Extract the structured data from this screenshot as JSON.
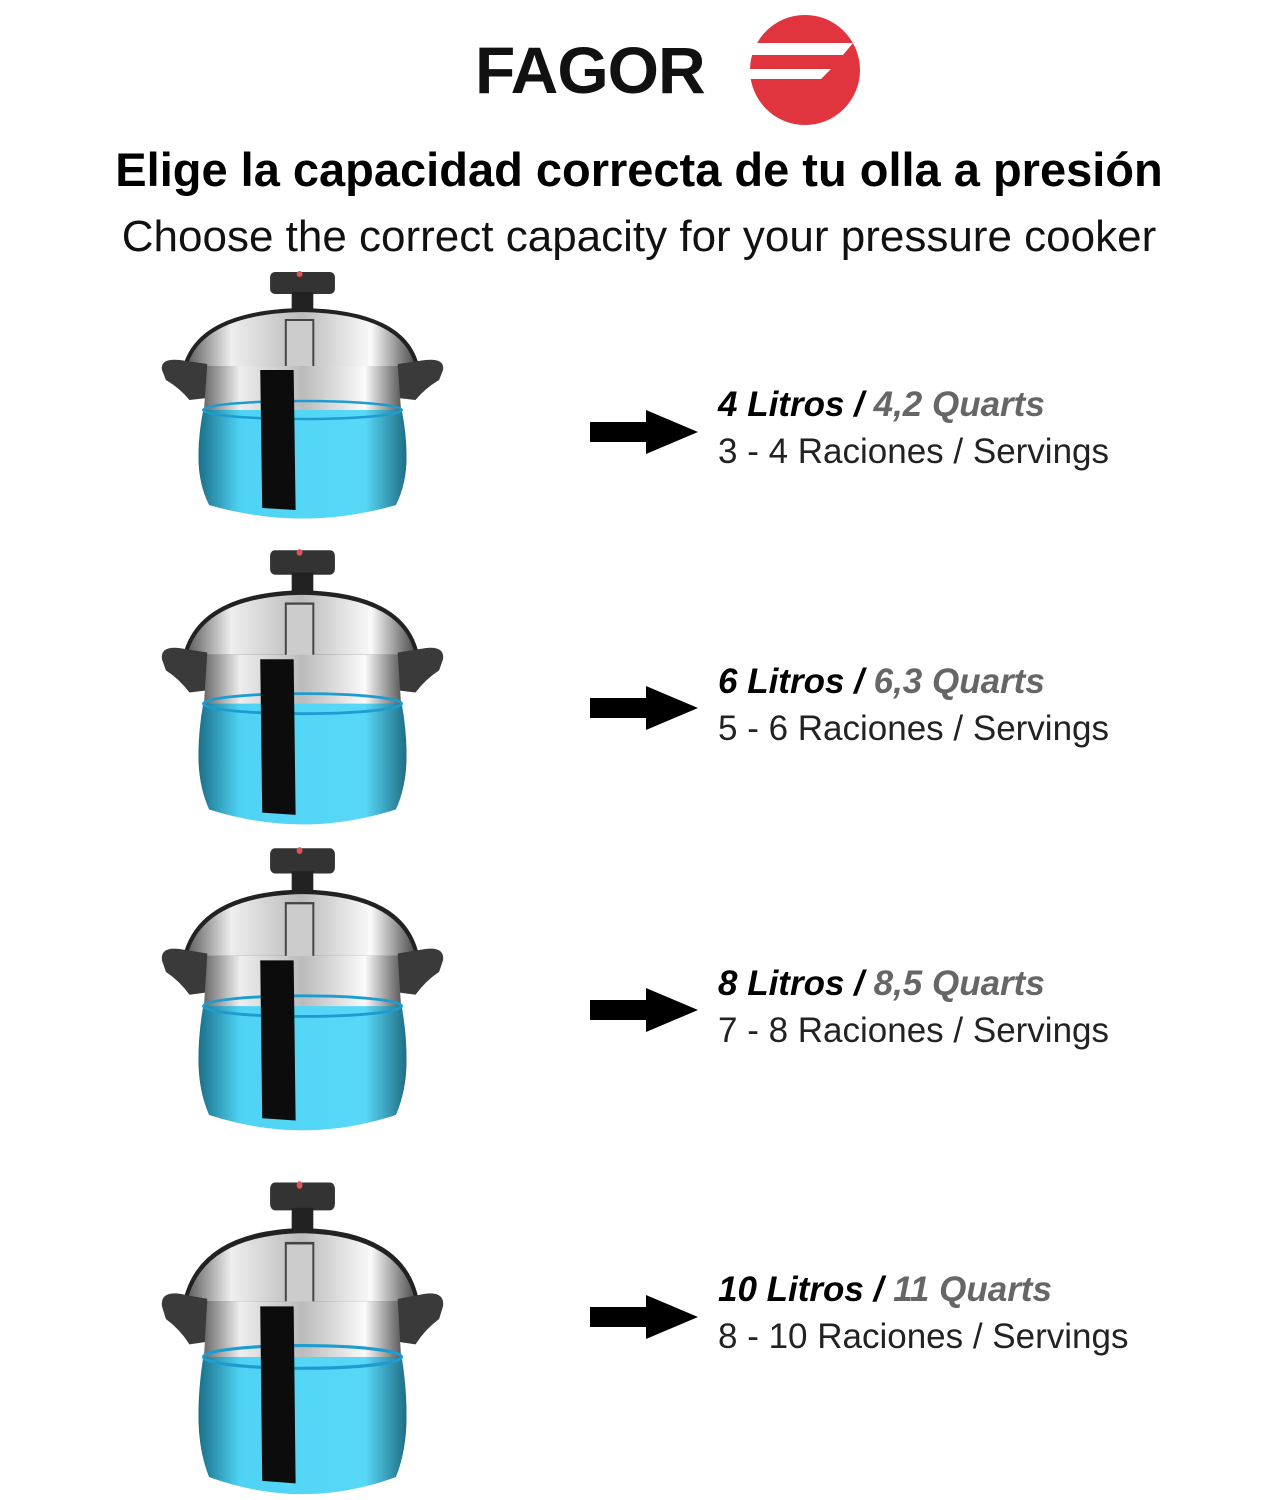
{
  "brand": {
    "name": "FAGOR",
    "color": "#e0343f"
  },
  "header": {
    "title": "Elige la capacidad correcta de tu olla a presión",
    "subtitle": "Choose the correct capacity for your pressure cooker"
  },
  "items": [
    {
      "liters": "4 Litros /",
      "quarts": "4,2 Quarts",
      "servings": "3 - 4 Raciones / Servings"
    },
    {
      "liters": "6 Litros /",
      "quarts": "6,3 Quarts",
      "servings": "5 - 6 Raciones / Servings"
    },
    {
      "liters": "8 Litros /",
      "quarts": "8,5 Quarts",
      "servings": "7 - 8 Raciones / Servings"
    },
    {
      "liters": "10 Litros /",
      "quarts": "11 Quarts",
      "servings": "8 - 10 Raciones / Servings"
    }
  ],
  "colors": {
    "water": "#3fc9ef",
    "quarts_text": "#666666"
  }
}
